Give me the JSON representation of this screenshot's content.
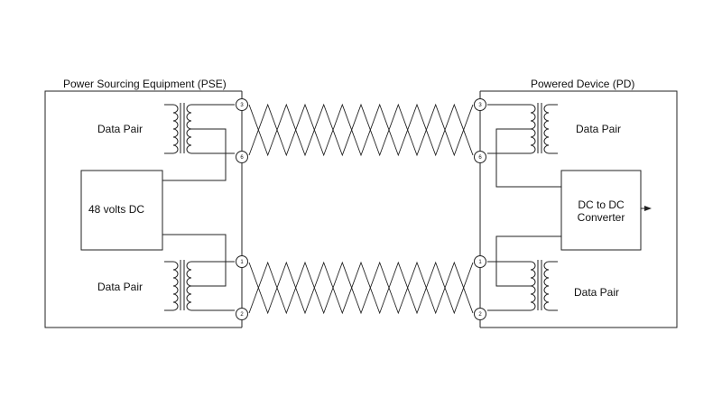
{
  "pse": {
    "title": "Power Sourcing Equipment (PSE)",
    "top_pair_label": "Data Pair",
    "bottom_pair_label": "Data Pair",
    "source_label": "48 volts DC",
    "pins": [
      "3",
      "6",
      "1",
      "2"
    ]
  },
  "pd": {
    "title": "Powered Device (PD)",
    "top_pair_label": "Data Pair",
    "bottom_pair_label": "Data Pair",
    "converter_label_line1": "DC to DC",
    "converter_label_line2": "Converter",
    "pins": [
      "3",
      "6",
      "1",
      "2"
    ]
  },
  "colors": {
    "line": "#222222",
    "background": "#ffffff"
  }
}
